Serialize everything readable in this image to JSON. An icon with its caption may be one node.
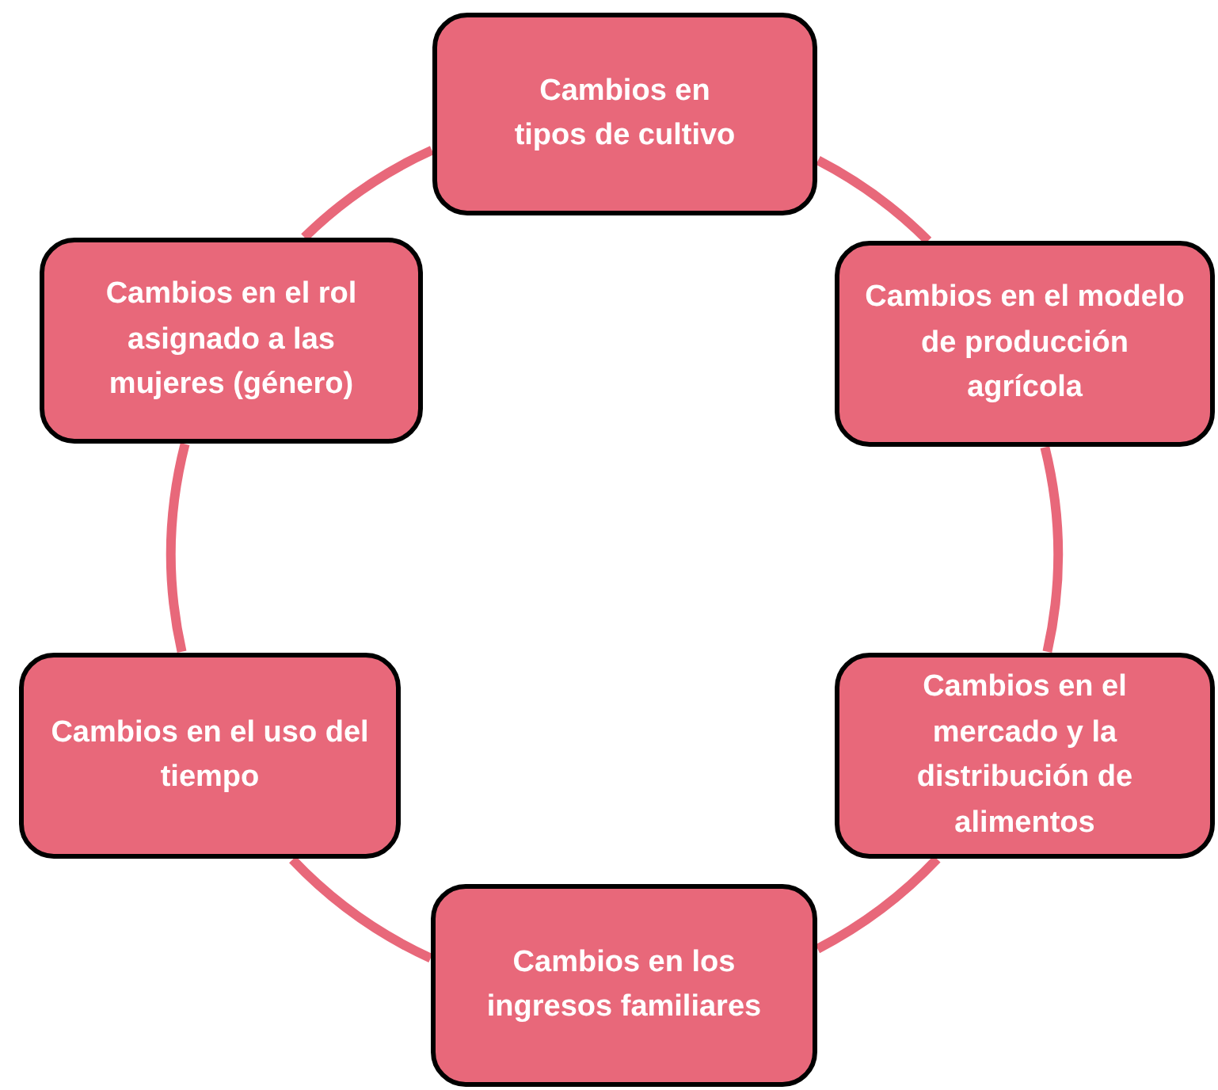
{
  "diagram": {
    "nodes": [
      {
        "text": [
          "Cambios en tipos de cultivo"
        ]
      },
      {
        "text": [
          "Cambios en el rol asignado a las mujeres (género)"
        ]
      },
      {
        "text": [
          "Cambios en el modelo de producción agrícola"
        ]
      },
      {
        "text": [
          "Cambios en el uso del tiempo"
        ]
      },
      {
        "text": [
          "Cambios en el mercado y la distribución de alimentos"
        ]
      },
      {
        "text": [
          "Cambios en los ingresos familiares"
        ]
      }
    ],
    "edges": [
      {
        "from": 0,
        "to": 2,
        "arrow": "none"
      },
      {
        "from": 2,
        "to": 4,
        "arrow": "none"
      },
      {
        "from": 4,
        "to": 5,
        "arrow": "none"
      },
      {
        "from": 5,
        "to": 3,
        "arrow": "none"
      },
      {
        "from": 3,
        "to": 1,
        "arrow": "none"
      },
      {
        "from": 1,
        "to": 0,
        "arrow": "none"
      }
    ]
  }
}
